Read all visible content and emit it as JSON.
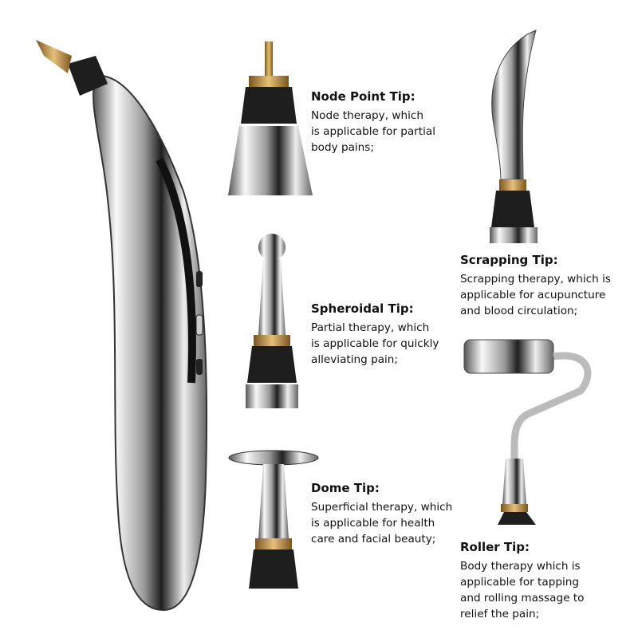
{
  "tips": [
    {
      "id": "node-point",
      "title": "Node Point Tip:",
      "lines": [
        "Node therapy, which",
        "is applicable for partial",
        "body pains;"
      ]
    },
    {
      "id": "scrapping",
      "title": "Scrapping Tip:",
      "lines": [
        "Scrapping therapy, which is",
        "applicable for acupuncture",
        "and blood circulation;"
      ]
    },
    {
      "id": "spheroidal",
      "title": "Spheroidal Tip:",
      "lines": [
        "Partial therapy, which",
        "is applicable for quickly",
        "alleviating pain;"
      ]
    },
    {
      "id": "dome",
      "title": "Dome Tip:",
      "lines": [
        "Superficial therapy, which",
        "is applicable for health",
        "care and facial beauty;"
      ]
    },
    {
      "id": "roller",
      "title": "Roller Tip:",
      "lines": [
        "Body therapy which is",
        "applicable for tapping",
        "and rolling massage to",
        "relief the pain;"
      ]
    }
  ],
  "colors": {
    "metal_light": "#f4f4f4",
    "metal_dark": "#2a2a2a",
    "rubber": "#1e1e1e",
    "brass": "#b8863b",
    "text": "#111111"
  }
}
